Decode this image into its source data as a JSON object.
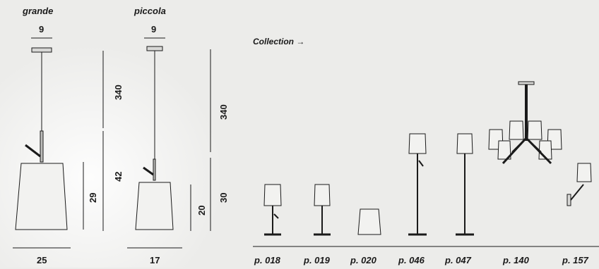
{
  "product": {
    "grande": {
      "label": "grande",
      "canopy_width": "9",
      "cable_length": "340",
      "body_height": "42",
      "shade_height": "29",
      "shade_width": "25"
    },
    "piccola": {
      "label": "piccola",
      "canopy_width": "9",
      "cable_length": "340",
      "shade_height": "20",
      "body_height": "30",
      "shade_width": "17"
    }
  },
  "collection": {
    "heading": "Collection →",
    "pages": [
      "p. 018",
      "p. 019",
      "p. 020",
      "p. 046",
      "p. 047",
      "p. 140",
      "p. 157"
    ]
  },
  "colors": {
    "line": "#1a1a1a",
    "shade_fill": "#f2f2f0",
    "background": "#ececea"
  }
}
